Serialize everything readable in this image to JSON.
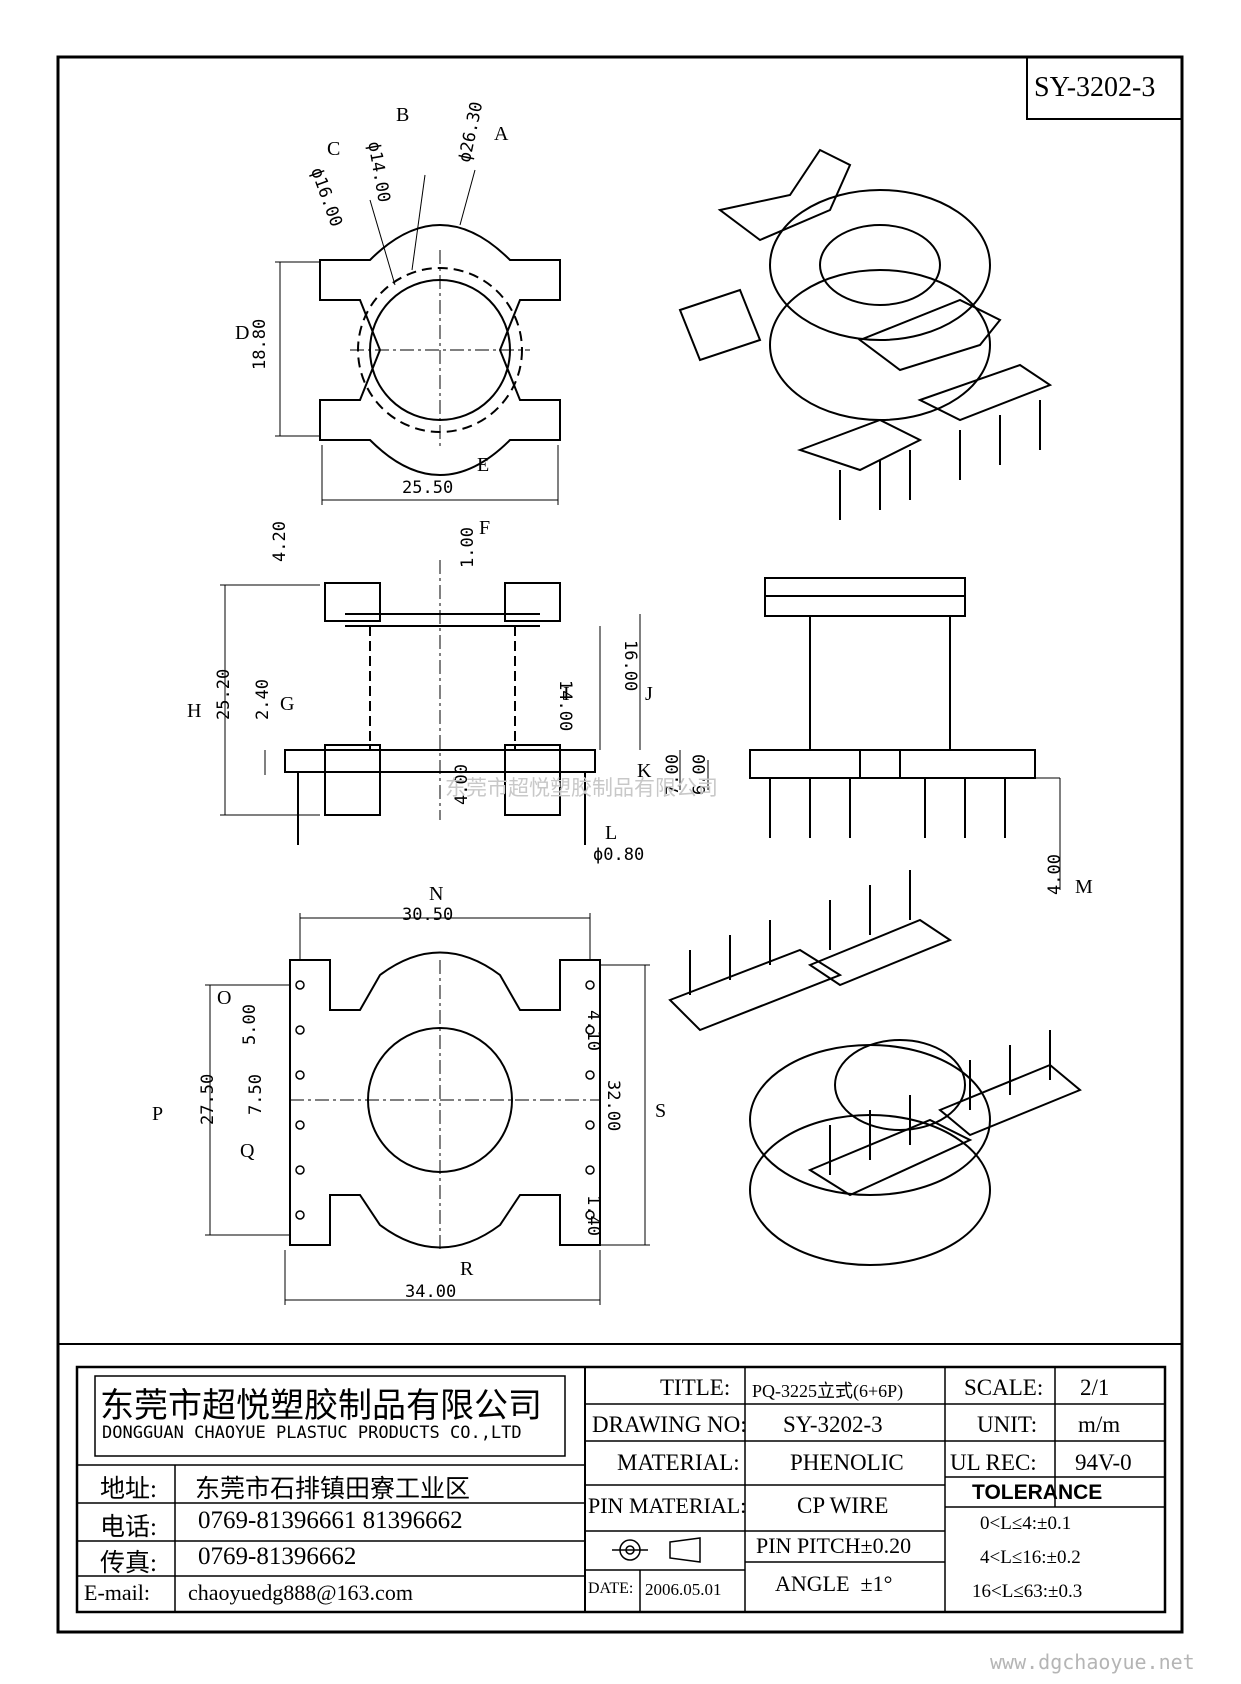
{
  "part_number": "SY-3202-3",
  "callouts": [
    "A",
    "B",
    "C",
    "D",
    "E",
    "F",
    "G",
    "H",
    "I",
    "J",
    "K",
    "L",
    "M",
    "N",
    "O",
    "P",
    "Q",
    "R",
    "S"
  ],
  "dimensions": {
    "a": "ϕ26.30",
    "b": "ϕ14.00",
    "c": "ϕ16.00",
    "d": "18.80",
    "e": "25.50",
    "f_top": "4.20",
    "f": "1.00",
    "h": "25.20",
    "g": "2.40",
    "i": "14.00",
    "j": "16.00",
    "k1": "7.00",
    "k2": "6.00",
    "l": "4.00",
    "l_dia": "ϕ0.80",
    "m": "4.00",
    "n": "30.50",
    "o": "5.00",
    "p": "27.50",
    "q": "7.50",
    "s": "32.00",
    "s1": "4.10",
    "s2": "1.40",
    "r": "34.00"
  },
  "watermark": "东莞市超悦塑胶制品有限公司",
  "footer_url": "www.dgchaoyue.net",
  "company": {
    "name_cn": "东莞市超悦塑胶制品有限公司",
    "name_en": "DONGGUAN CHAOYUE PLASTUC PRODUCTS CO.,LTD",
    "address_label": "地址:",
    "address": "东莞市石排镇田寮工业区",
    "phone_label": "电话:",
    "phone": "0769-81396661   81396662",
    "fax_label": "传真:",
    "fax": "0769-81396662",
    "email_label": "E-mail:",
    "email": "chaoyuedg888@163.com"
  },
  "spec": {
    "title_label": "TITLE:",
    "title": "PQ-3225立式(6+6P)",
    "drawing_no_label": "DRAWING NO:",
    "drawing_no": "SY-3202-3",
    "material_label": "MATERIAL:",
    "material": "PHENOLIC",
    "pin_material_label": "PIN MATERIAL:",
    "pin_material": "CP WIRE",
    "pin_pitch": "PIN PITCH±0.20",
    "angle": "ANGLE  ±1°",
    "date_label": "DATE:",
    "date": "2006.05.01",
    "scale_label": "SCALE:",
    "scale": "2/1",
    "unit_label": "UNIT:",
    "unit": "m/m",
    "ul_label": "UL REC:",
    "ul": "94V-0",
    "tolerance_label": "TOLERANCE",
    "tolerance": [
      "0<L≤4:±0.1",
      "4<L≤16:±0.2",
      "16<L≤63:±0.3"
    ]
  }
}
